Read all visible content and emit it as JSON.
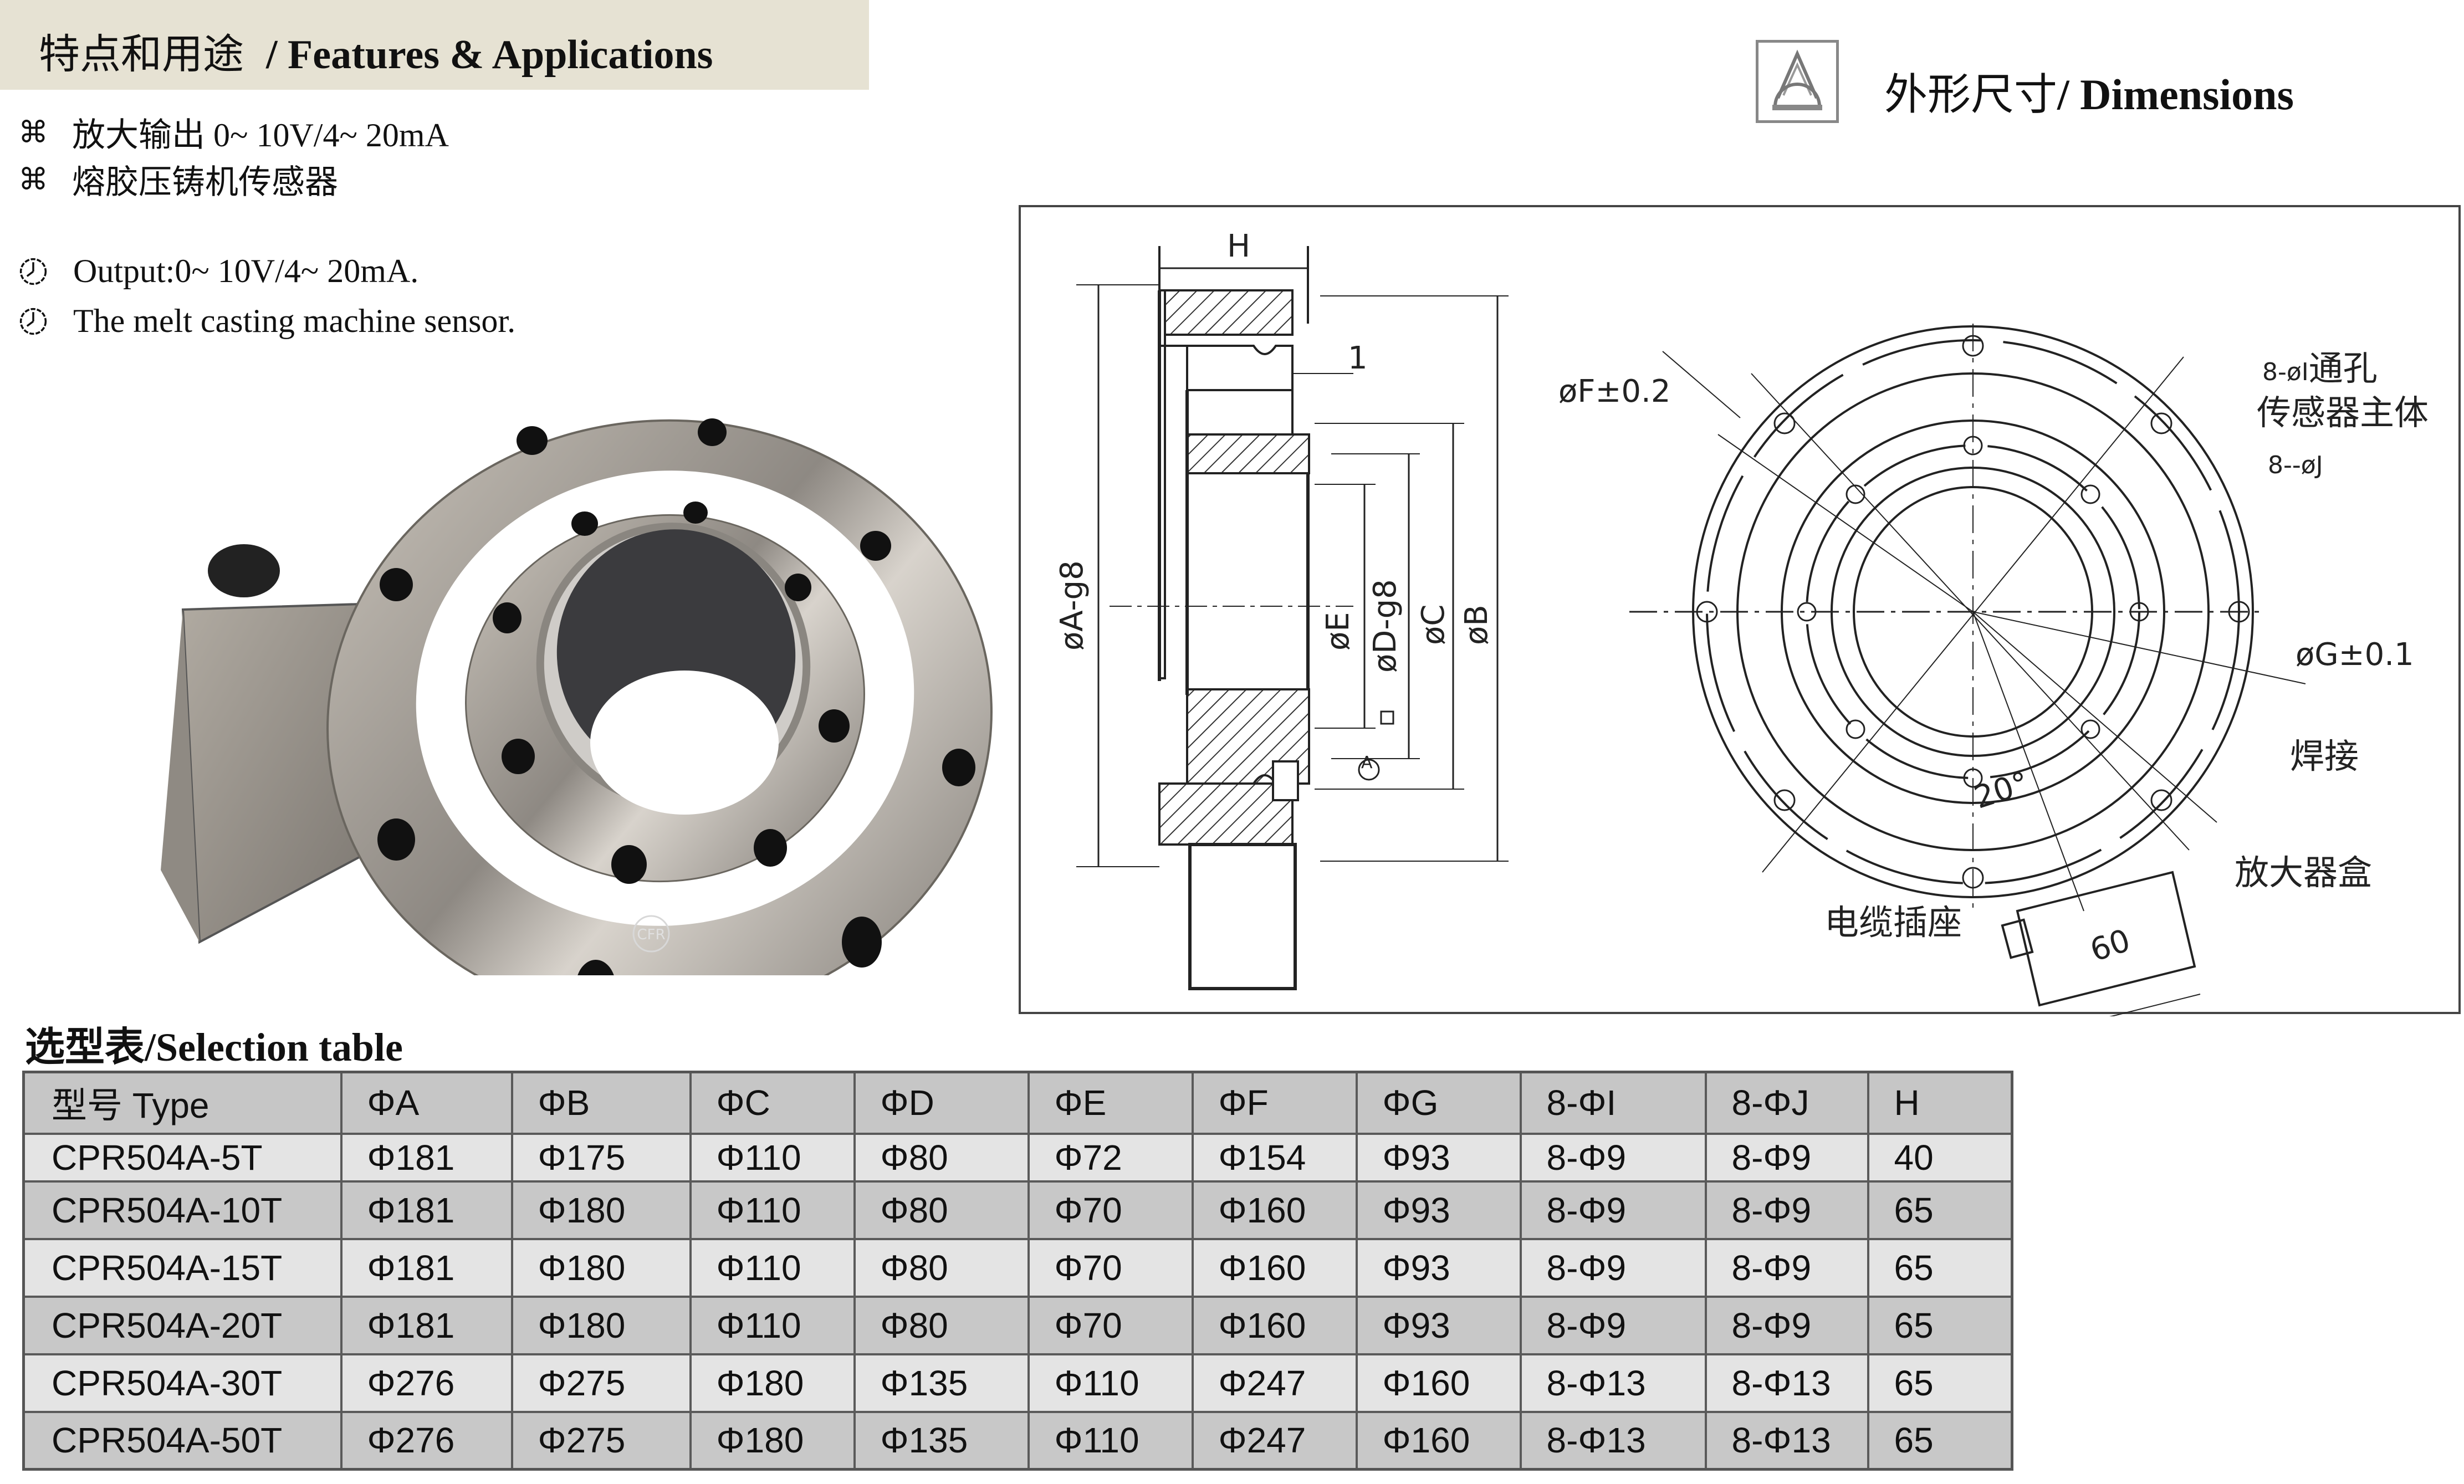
{
  "features": {
    "title_cn": "特点和用途",
    "title_en": "/ Features & Applications",
    "bullets_cn": [
      {
        "icon": "command-key-icon",
        "glyph": "⌘",
        "text": "放大输出 0~ 10V/4~ 20mA"
      },
      {
        "icon": "command-key-icon",
        "glyph": "⌘",
        "text": "熔胶压铸机传感器"
      }
    ],
    "bullets_en": [
      {
        "icon": "clock-icon",
        "text": "Output:0~ 10V/4~ 20mA."
      },
      {
        "icon": "clock-icon",
        "text": "The melt casting machine sensor."
      }
    ]
  },
  "product_photo": {
    "alt": "CPR504A hollow flange load cell with amplifier box",
    "logo_text": "CFR"
  },
  "dimensions": {
    "icon": "drafting-compass-icon",
    "title_cn": "外形尺寸",
    "title_en": "/ Dimensions",
    "drawing_labels": {
      "H": "H",
      "one": "1",
      "phiA": "øA-g8",
      "phiE": "øE",
      "phiD": "øD-g8",
      "phiC": "øC",
      "phiB": "øB",
      "datum": "A",
      "phiF": "øF±0.2",
      "holes_I": "8-øI",
      "holes_I_cn": "通孔",
      "sensor_body": "传感器主体",
      "holes_J": "8--øJ",
      "phiG": "øG±0.1",
      "weld": "焊接",
      "angle": "20°",
      "amp_box": "放大器盒",
      "cable_socket": "电缆插座",
      "box_dim": "60"
    }
  },
  "selection_table": {
    "title": "选型表/Selection table",
    "columns": [
      "型号 Type",
      "ΦA",
      "ΦB",
      "ΦC",
      "ΦD",
      "ΦE",
      "ΦF",
      "ΦG",
      "8-ΦI",
      "8-ΦJ",
      "H"
    ],
    "rows": [
      [
        "CPR504A-5T",
        "Φ181",
        "Φ175",
        "Φ110",
        "Φ80",
        "Φ72",
        "Φ154",
        "Φ93",
        "8-Φ9",
        "8-Φ9",
        "40"
      ],
      [
        "CPR504A-10T",
        "Φ181",
        "Φ180",
        "Φ110",
        "Φ80",
        "Φ70",
        "Φ160",
        "Φ93",
        "8-Φ9",
        "8-Φ9",
        "65"
      ],
      [
        "CPR504A-15T",
        "Φ181",
        "Φ180",
        "Φ110",
        "Φ80",
        "Φ70",
        "Φ160",
        "Φ93",
        "8-Φ9",
        "8-Φ9",
        "65"
      ],
      [
        "CPR504A-20T",
        "Φ181",
        "Φ180",
        "Φ110",
        "Φ80",
        "Φ70",
        "Φ160",
        "Φ93",
        "8-Φ9",
        "8-Φ9",
        "65"
      ],
      [
        "CPR504A-30T",
        "Φ276",
        "Φ275",
        "Φ180",
        "Φ135",
        "Φ110",
        "Φ247",
        "Φ160",
        "8-Φ13",
        "8-Φ13",
        "65"
      ],
      [
        "CPR504A-50T",
        "Φ276",
        "Φ275",
        "Φ180",
        "Φ135",
        "Φ110",
        "Φ247",
        "Φ160",
        "8-Φ13",
        "8-Φ13",
        "65"
      ]
    ]
  },
  "colors": {
    "header_band": "#e6e2d3",
    "table_header": "#c6c6c6",
    "row_light": "#e4e4e4",
    "row_dark": "#c8c8c8",
    "steel": "#9a958e"
  }
}
